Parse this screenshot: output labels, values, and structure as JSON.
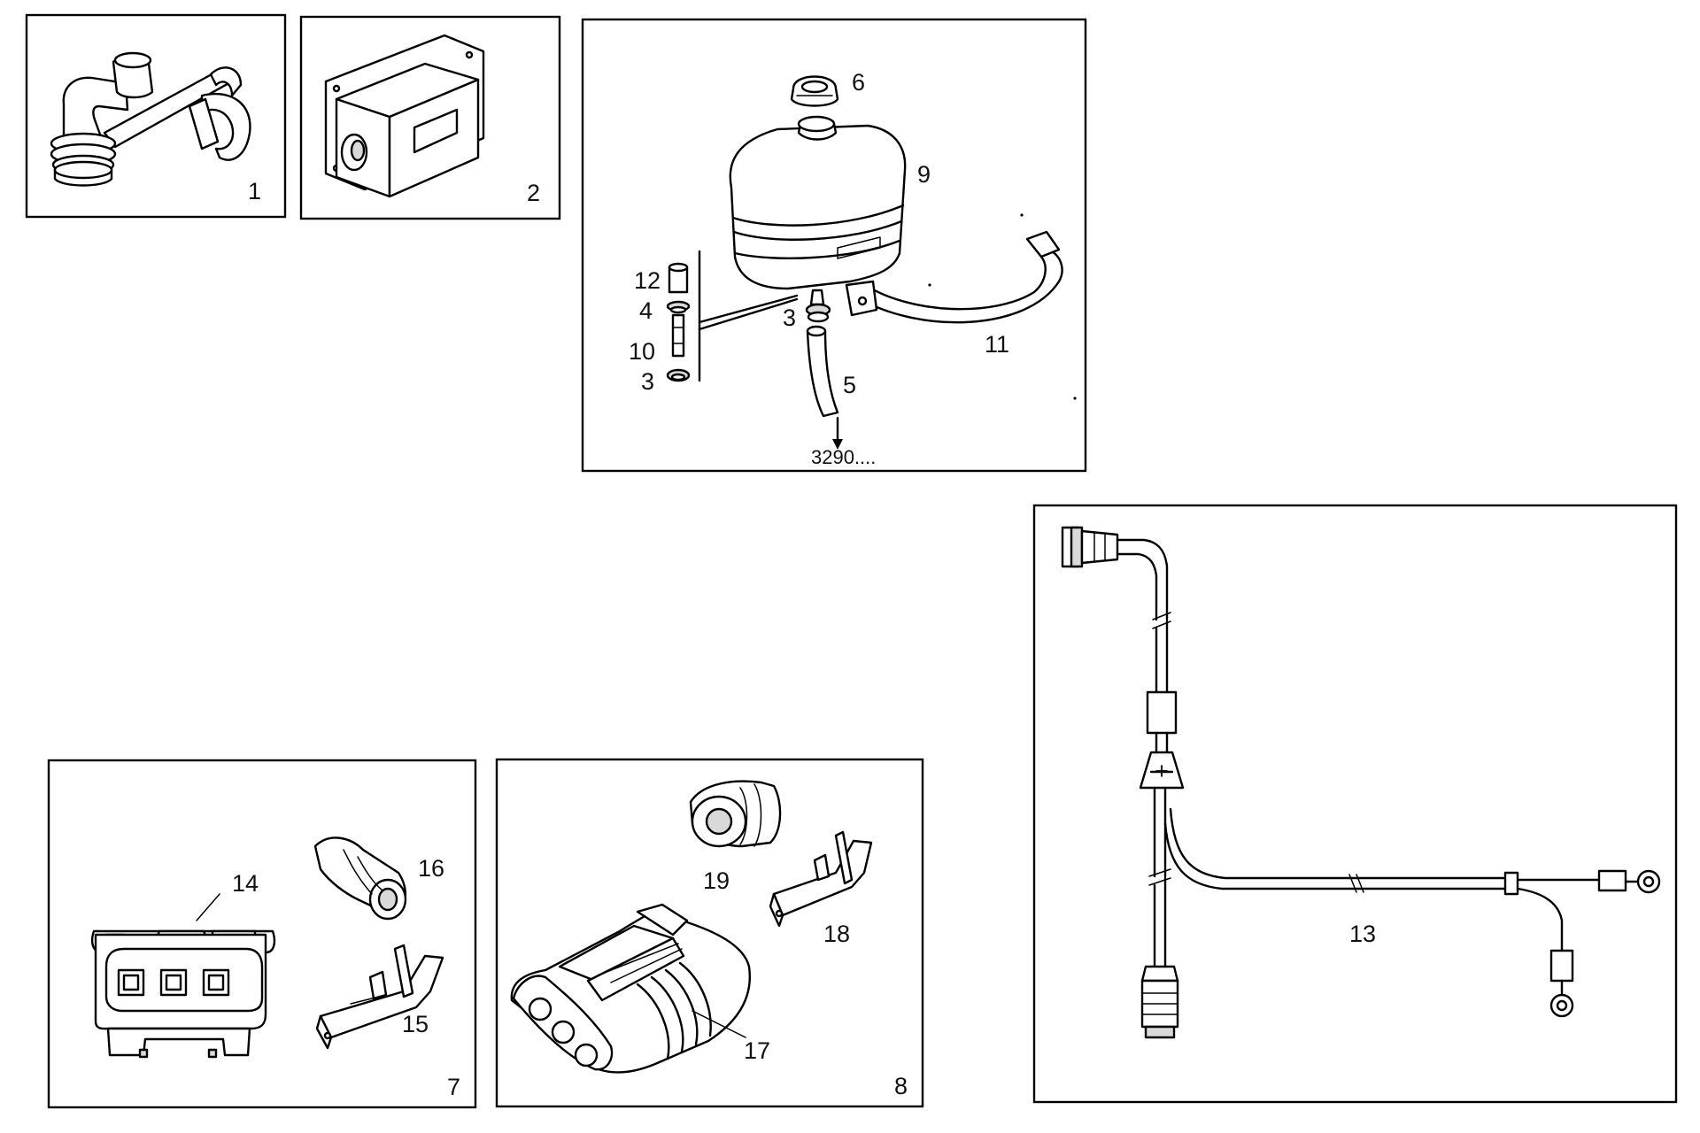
{
  "callouts": {
    "p1": "1",
    "p2": "2",
    "p3a": "3",
    "p3b": "3",
    "p4": "4",
    "p5": "5",
    "p6": "6",
    "p7": "7",
    "p8": "8",
    "p9": "9",
    "p10": "10",
    "p11": "11",
    "p12": "12",
    "p13": "13",
    "p14": "14",
    "p15": "15",
    "p16": "16",
    "p17": "17",
    "p18": "18",
    "p19": "19"
  },
  "reference": "3290....",
  "harness_symbol": "+"
}
